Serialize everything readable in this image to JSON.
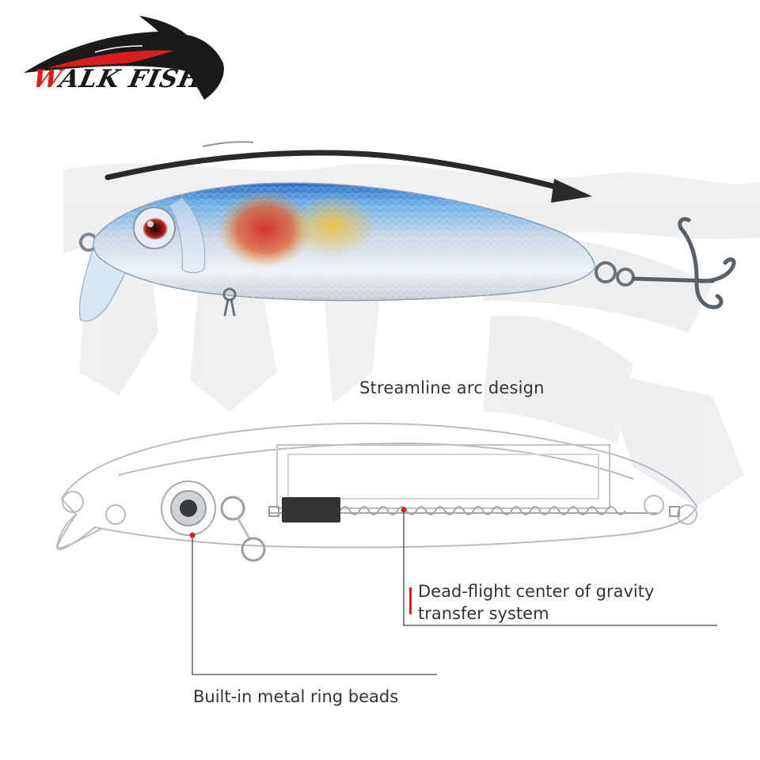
{
  "brand": {
    "logo_text_first": "W",
    "logo_text_rest": "ALK FISH",
    "brand_color": "#d81e1e",
    "watermark_text": "WALK FISH"
  },
  "annotations": {
    "streamline": "Streamline arc design",
    "deadflight_line1": "Dead-flight center of gravity",
    "deadflight_line2": "transfer system",
    "beads": "Built-in metal ring beads"
  },
  "colors": {
    "lure_back": "#3a7fd0",
    "lure_red": "#d42b2b",
    "lure_gold": "#e8a83a",
    "lure_belly": "#e6eaf0",
    "hook": "#5a5f66",
    "marker_red": "#d81e1e",
    "text": "#333333"
  }
}
